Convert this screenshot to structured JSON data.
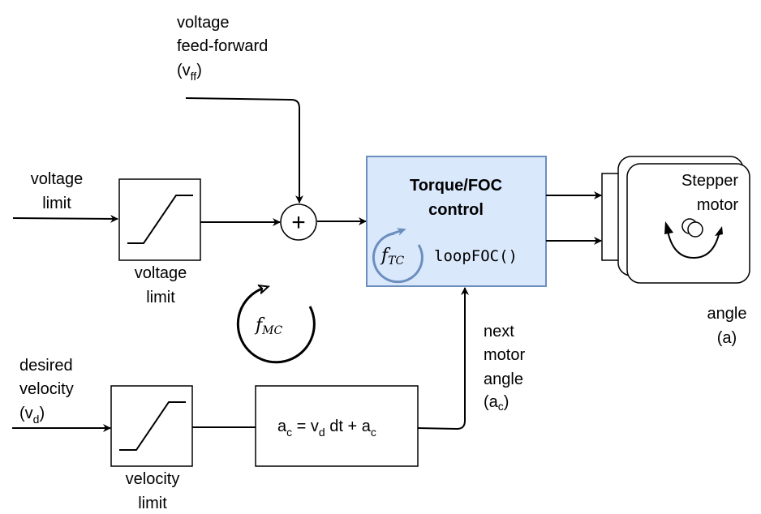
{
  "colors": {
    "foc_fill": "#dae8fc",
    "foc_stroke": "#6c8ebf",
    "line": "#000000"
  },
  "feedforward": {
    "line1": "voltage",
    "line2": "feed-forward",
    "open": "(v",
    "sub": "ff",
    "close": ")"
  },
  "voltage_limit_input": {
    "line1": "voltage",
    "line2": "limit"
  },
  "voltage_limit_block": {
    "line1": "voltage",
    "line2": "limit"
  },
  "summer": {
    "symbol": "+"
  },
  "foc_block": {
    "title1": "Torque/FOC",
    "title2": "control",
    "freq": "f",
    "freq_sub": "TC",
    "function": "loopFOC()"
  },
  "motor": {
    "line1": "Stepper",
    "line2": "motor",
    "output1": "angle",
    "output2": "(a)"
  },
  "motion_loop": {
    "freq": "f",
    "freq_sub": "MC"
  },
  "desired_velocity": {
    "line1": "desired",
    "line2": "velocity",
    "open": "(v",
    "sub": "d",
    "close": ")"
  },
  "velocity_limit_block": {
    "line1": "velocity",
    "line2": "limit"
  },
  "integrator": {
    "a": "a",
    "a_sub": "c",
    "eq": " = v",
    "v_sub": "d",
    "mid": " dt + a",
    "a2_sub": "c"
  },
  "next_angle": {
    "line1": "next",
    "line2": "motor",
    "line3": "angle",
    "open": "(a",
    "sub": "c",
    "close": ")"
  }
}
